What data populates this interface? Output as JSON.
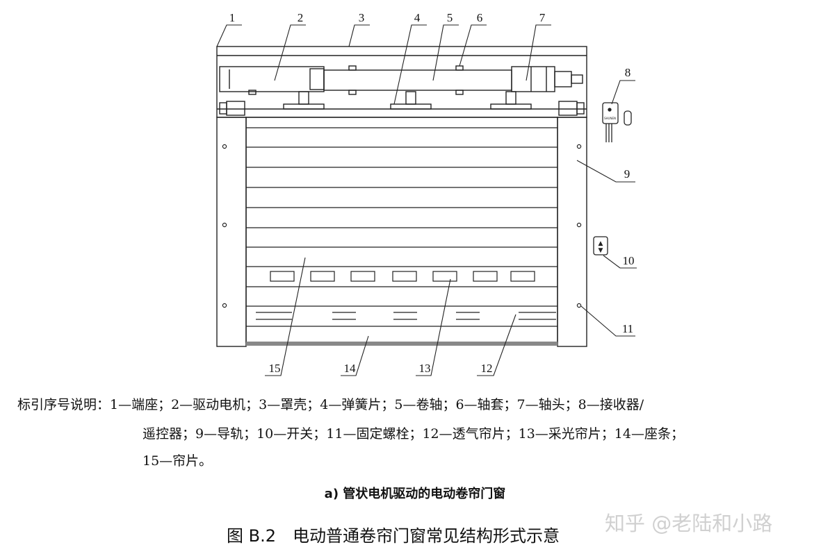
{
  "callouts": [
    "1",
    "2",
    "3",
    "4",
    "5",
    "6",
    "7",
    "8",
    "9",
    "10",
    "11",
    "12",
    "13",
    "14",
    "15"
  ],
  "receiver_mark": "SHUNEN",
  "legend": {
    "line1": "标引序号说明：1—端座；2—驱动电机；3—罩壳；4—弹簧片；5—卷轴；6—轴套；7—轴头；8—接收器/",
    "line2": "遥控器；9—导轨；10—开关；11—固定螺栓；12—透气帘片；13—采光帘片；14—座条；",
    "line3": "15—帘片。"
  },
  "subcaption": "a) 管状电机驱动的电动卷帘门窗",
  "figure_caption": "图 B.2　电动普通卷帘门窗常见结构形式示意",
  "watermark": "知乎 @老陆和小路"
}
